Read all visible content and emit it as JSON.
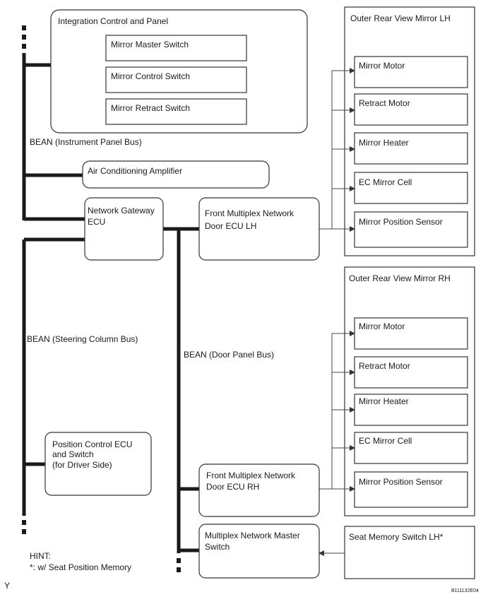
{
  "integration_panel": {
    "title": "Integration Control and Panel",
    "switches": [
      "Mirror Master Switch",
      "Mirror Control Switch",
      "Mirror Retract Switch"
    ]
  },
  "buses": {
    "instrument": "BEAN (Instrument Panel Bus)",
    "steering": "BEAN (Steering Column Bus)",
    "door": "BEAN (Door Panel Bus)"
  },
  "ecus": {
    "ac_amplifier": "Air Conditioning Amplifier",
    "gateway": [
      "Network Gateway",
      "ECU"
    ],
    "door_lh": [
      "Front Multiplex Network",
      "Door ECU LH"
    ],
    "door_rh": [
      "Front Multiplex Network",
      "Door ECU RH"
    ],
    "master_switch": [
      "Multiplex Network Master",
      "Switch"
    ],
    "position_control": [
      "Position Control ECU",
      "and Switch",
      "(for Driver Side)"
    ]
  },
  "mirror_lh": {
    "title": "Outer Rear View Mirror LH",
    "items": [
      "Mirror Motor",
      "Retract Motor",
      "Mirror Heater",
      "EC Mirror Cell",
      "Mirror Position Sensor"
    ]
  },
  "mirror_rh": {
    "title": "Outer Rear View Mirror RH",
    "items": [
      "Mirror Motor",
      "Retract Motor",
      "Mirror Heater",
      "EC Mirror Cell",
      "Mirror Position Sensor"
    ]
  },
  "seat_memory": "Seat Memory Switch LH*",
  "hint": {
    "title": "HINT:",
    "note": "*:  w/ Seat Position Memory"
  },
  "corner_left": "Y",
  "corner_right": "B111132E04"
}
